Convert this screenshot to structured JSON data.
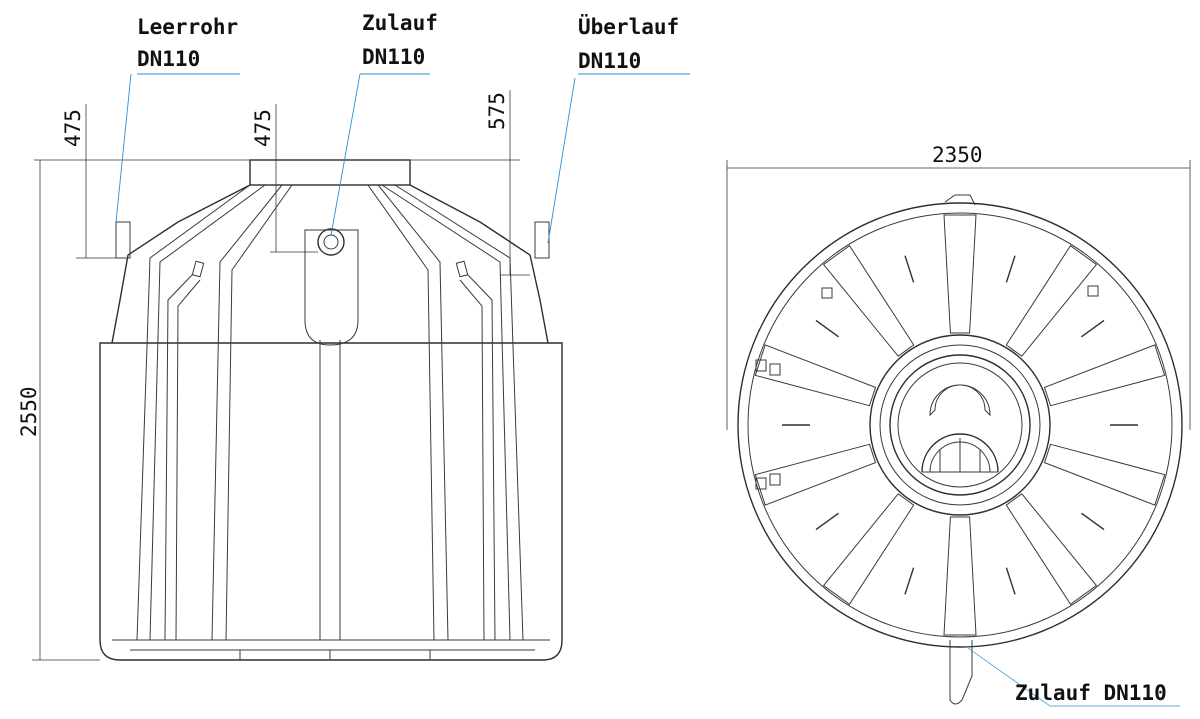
{
  "labels": {
    "leerrohr": "Leerrohr",
    "leerrohr_dn": "DN110",
    "zulauf": "Zulauf",
    "zulauf_dn": "DN110",
    "ueberlauf": "Überlauf",
    "ueberlauf_dn": "DN110",
    "zulauf_top": "Zulauf DN110"
  },
  "dimensions": {
    "d1": "475",
    "d2": "475",
    "d3": "575",
    "height": "2550",
    "width": "2350"
  },
  "colors": {
    "line": "#3a3a3a",
    "leader": "#2a8fd6",
    "text": "#111111"
  }
}
